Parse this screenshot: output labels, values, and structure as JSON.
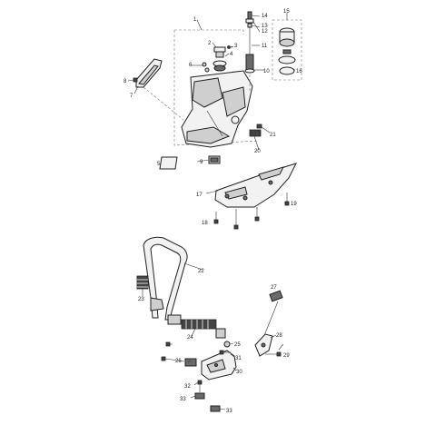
{
  "title": "",
  "callouts": {
    "c1": "1",
    "c2": "2",
    "c3": "3",
    "c4": "4",
    "c5": "5",
    "c6": "6",
    "c7": "7",
    "c8": "8",
    "c9": "9",
    "c10": "10",
    "c11": "11",
    "c12": "12",
    "c13": "13",
    "c14": "14",
    "c15": "15",
    "c16": "16",
    "c17": "17",
    "c18": "18",
    "c19": "19",
    "c20": "20",
    "c21": "21",
    "c22": "22",
    "c23": "23",
    "c24": "24",
    "c25": "25",
    "c26": "26",
    "c27": "27",
    "c28": "28",
    "c29": "29",
    "c30": "30",
    "c31": "31",
    "c32": "32",
    "c33": "33"
  },
  "colors": {
    "line": "#333333",
    "dark_part": "#6a6a6a",
    "background": "#ffffff"
  }
}
